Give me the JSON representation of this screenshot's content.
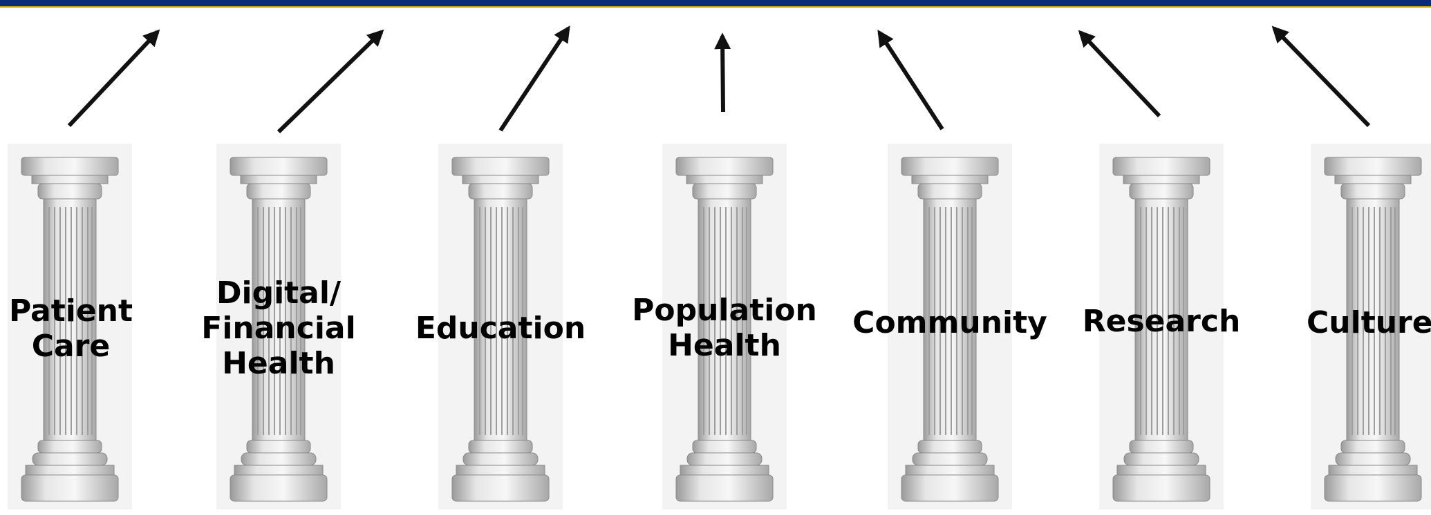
{
  "header_bar_color": "#0b2a78",
  "header_accent_color": "#d4a017",
  "pillars": [
    {
      "line1": "Patient",
      "line2": "Care",
      "line3": ""
    },
    {
      "line1": "Digital/",
      "line2": "Financial",
      "line3": "Health"
    },
    {
      "line1": "Education",
      "line2": "",
      "line3": ""
    },
    {
      "line1": "Population",
      "line2": "Health",
      "line3": ""
    },
    {
      "line1": "Community",
      "line2": "",
      "line3": ""
    },
    {
      "line1": "Research",
      "line2": "",
      "line3": ""
    },
    {
      "line1": "Culture",
      "line2": "",
      "line3": ""
    }
  ]
}
